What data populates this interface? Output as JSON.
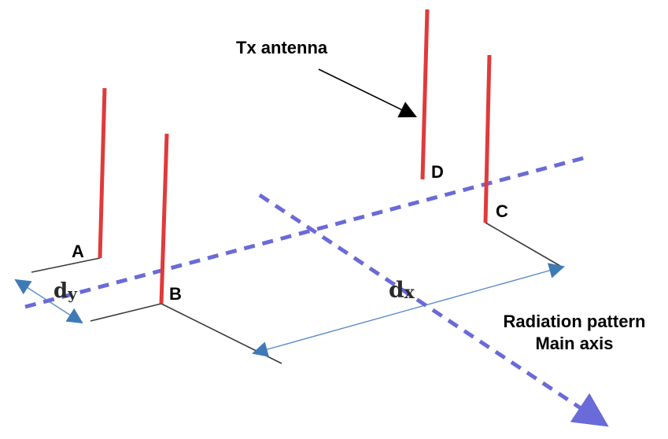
{
  "labels": {
    "tx_antenna": "Tx antenna",
    "antenna_a": "A",
    "antenna_b": "B",
    "antenna_c": "C",
    "antenna_d": "D",
    "dx_base": "d",
    "dx_sub": "x",
    "dy_base": "d",
    "dy_sub": "y",
    "radiation_line1": "Radiation pattern",
    "radiation_line2": "Main axis"
  },
  "colors": {
    "antenna": "#e03a3a",
    "main_axis": "#6a6ad8",
    "dimension_arrow": "#3f7ab8",
    "frame_line": "#3a3a3a",
    "text": "#000000"
  }
}
